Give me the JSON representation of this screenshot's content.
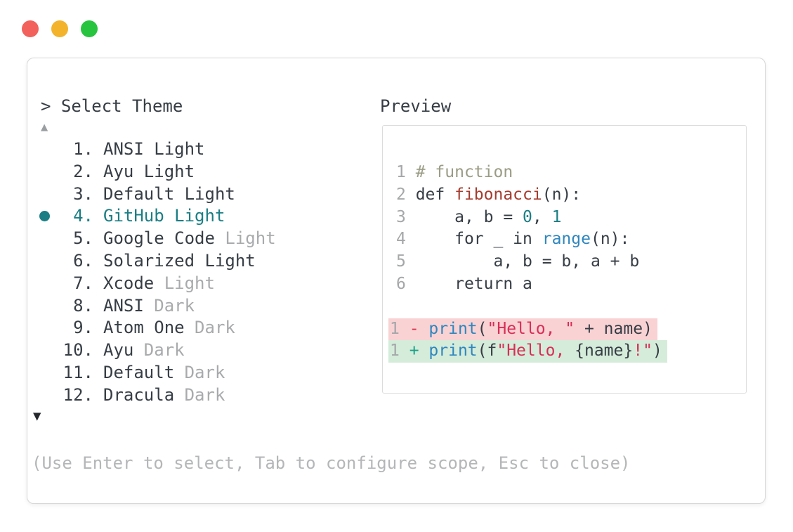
{
  "colors": {
    "text": "#363d45",
    "muted": "#a8aaac",
    "selected": "#1b7e84",
    "line_num": "#a5a7a9",
    "comment": "#9b9c85",
    "func": "#a63c2e",
    "number": "#1b7e84",
    "builtin": "#2e86be",
    "string": "#d82e56",
    "minus": "#d8334f",
    "plus": "#18a188",
    "footer": "#b4b6b8",
    "diff_removed_bg": "#f9d2d4",
    "diff_added_bg": "#d5ecda"
  },
  "window": {
    "traffic_lights": [
      {
        "name": "close",
        "color": "#f2615b"
      },
      {
        "name": "minimize",
        "color": "#f3b32b"
      },
      {
        "name": "zoom",
        "color": "#27c440"
      }
    ]
  },
  "prompt": {
    "text": "> Select Theme"
  },
  "list": {
    "up_arrow": "▲",
    "down_arrow": "▼",
    "items": [
      {
        "num": "1.",
        "text": "ANSI Light",
        "muted": "",
        "selected": false
      },
      {
        "num": "2.",
        "text": "Ayu Light",
        "muted": "",
        "selected": false
      },
      {
        "num": "3.",
        "text": "Default Light",
        "muted": "",
        "selected": false
      },
      {
        "num": "4.",
        "text": "GitHub Light",
        "muted": "",
        "selected": true
      },
      {
        "num": "5.",
        "text": "Google Code",
        "muted": "Light",
        "selected": false
      },
      {
        "num": "6.",
        "text": "Solarized Light",
        "muted": "",
        "selected": false
      },
      {
        "num": "7.",
        "text": "Xcode",
        "muted": "Light",
        "selected": false
      },
      {
        "num": "8.",
        "text": "ANSI",
        "muted": "Dark",
        "selected": false
      },
      {
        "num": "9.",
        "text": "Atom One",
        "muted": "Dark",
        "selected": false
      },
      {
        "num": "10.",
        "text": "Ayu",
        "muted": "Dark",
        "selected": false
      },
      {
        "num": "11.",
        "text": "Default",
        "muted": "Dark",
        "selected": false
      },
      {
        "num": "12.",
        "text": "Dracula",
        "muted": "Dark",
        "selected": false
      }
    ]
  },
  "preview": {
    "label": "Preview",
    "code_lines": [
      {
        "num": "1",
        "segs": [
          [
            "# function",
            "comment"
          ]
        ]
      },
      {
        "num": "2",
        "segs": [
          [
            "def ",
            "text"
          ],
          [
            "fibonacci",
            "func"
          ],
          [
            "(n):",
            "text"
          ]
        ]
      },
      {
        "num": "3",
        "segs": [
          [
            "    a, b = ",
            "text"
          ],
          [
            "0",
            "number"
          ],
          [
            ", ",
            "text"
          ],
          [
            "1",
            "number"
          ]
        ]
      },
      {
        "num": "4",
        "segs": [
          [
            "    for _ in ",
            "text"
          ],
          [
            "range",
            "builtin"
          ],
          [
            "(n):",
            "text"
          ]
        ]
      },
      {
        "num": "5",
        "segs": [
          [
            "        a, b = b, a + b",
            "text"
          ]
        ]
      },
      {
        "num": "6",
        "segs": [
          [
            "    return a",
            "text"
          ]
        ]
      }
    ],
    "diff_lines": [
      {
        "num": "1",
        "marker": "-",
        "marker_color": "minus",
        "bg": "diff_removed_bg",
        "kind": "removed",
        "segs": [
          [
            "print",
            "builtin"
          ],
          [
            "(",
            "text"
          ],
          [
            "\"Hello, \"",
            "string"
          ],
          [
            " + name)",
            "text"
          ]
        ]
      },
      {
        "num": "1",
        "marker": "+",
        "marker_color": "plus",
        "bg": "diff_added_bg",
        "kind": "added",
        "segs": [
          [
            "print",
            "builtin"
          ],
          [
            "(f",
            "text"
          ],
          [
            "\"Hello, ",
            "string"
          ],
          [
            "{name}",
            "text"
          ],
          [
            "!\"",
            "string"
          ],
          [
            ")",
            "text"
          ]
        ]
      }
    ]
  },
  "footer": {
    "hint": "(Use Enter to select, Tab to configure scope, Esc to close)"
  }
}
